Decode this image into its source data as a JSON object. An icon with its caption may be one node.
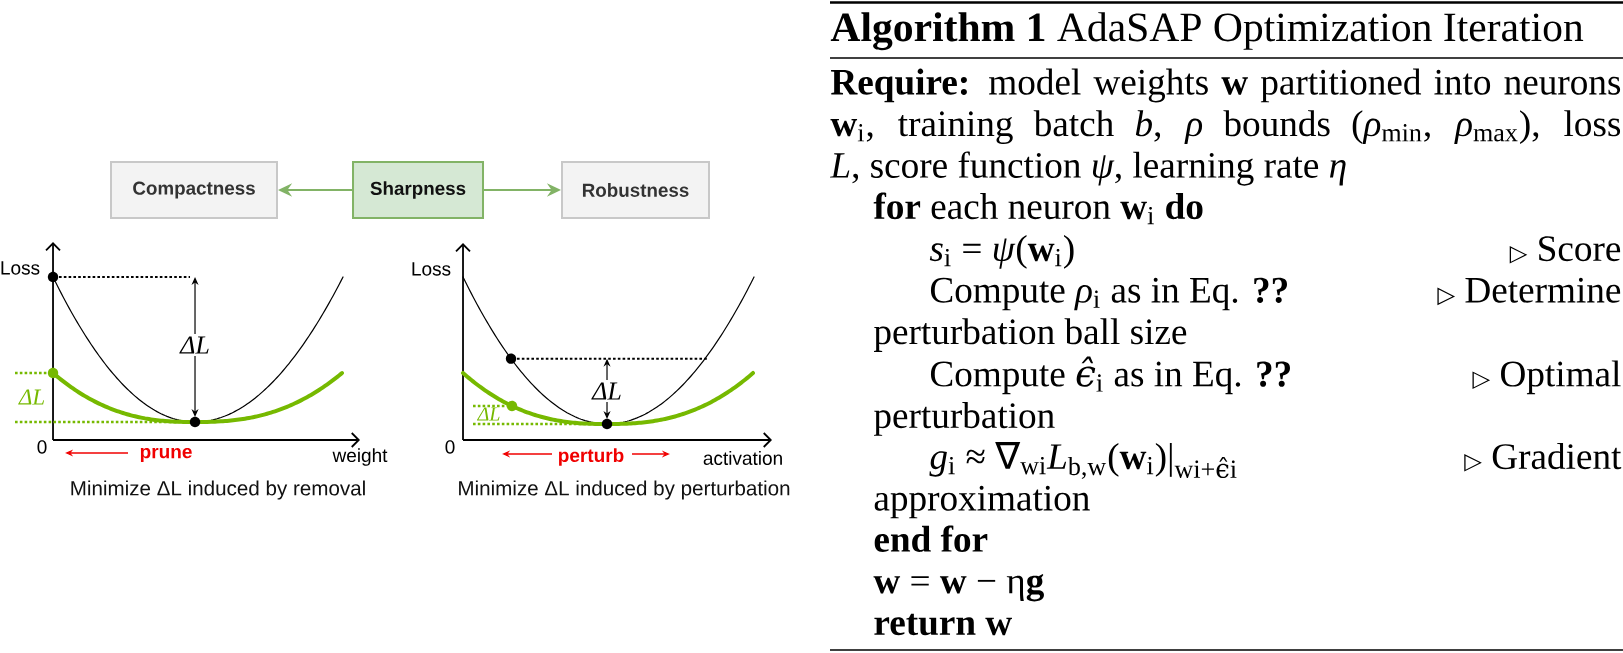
{
  "diagram": {
    "nodes": [
      {
        "text": [
          "Compactness"
        ]
      },
      {
        "text": [
          "Sharpness"
        ]
      },
      {
        "text": [
          "Robustness"
        ]
      }
    ],
    "edges": [
      {
        "from": 1,
        "to": 0,
        "arrow": "to"
      },
      {
        "from": 1,
        "to": 2,
        "arrow": "to"
      }
    ],
    "labels": [
      "Loss",
      "ΔL",
      "ΔL",
      "0",
      "prune",
      "weight",
      "Minimize ΔL induced by removal",
      "Loss",
      "ΔL",
      "ΔL",
      "0",
      "perturb",
      "activation",
      "Minimize ΔL induced by perturbation",
      "**Algorithm 1** AdaSAP Optimization Iteration",
      "**Require:** model weights **w** partitioned into neurons **w**$_{i}$, training batch *b*, *ρ* bounds (*ρ*$_{min}$, *ρ*$_{max}$), loss *L*, score function *ψ*, learning rate *η*",
      "**for** each neuron **w**$_{i}$ **do**",
      "*s*$_{i}$ = *ψ*(**w**$_{i}$) ▷ Score",
      "Compute *ρ*$_{i}$ as in Eq. **??** ▷ Determine perturbation ball size",
      "Compute *ϵ̂*$_{i}$ as in Eq. **??** ▷ Optimal perturbation",
      "*g*$_{i}$ ≈ ∇$_{wi}$*L*$_{b,w}$(**w**$_{i}$)|$_{wi+ϵ̂i}$ ▷ Gradient approximation",
      "**end for**",
      "**w** = **w** − η**g**",
      "**return w**"
    ]
  }
}
